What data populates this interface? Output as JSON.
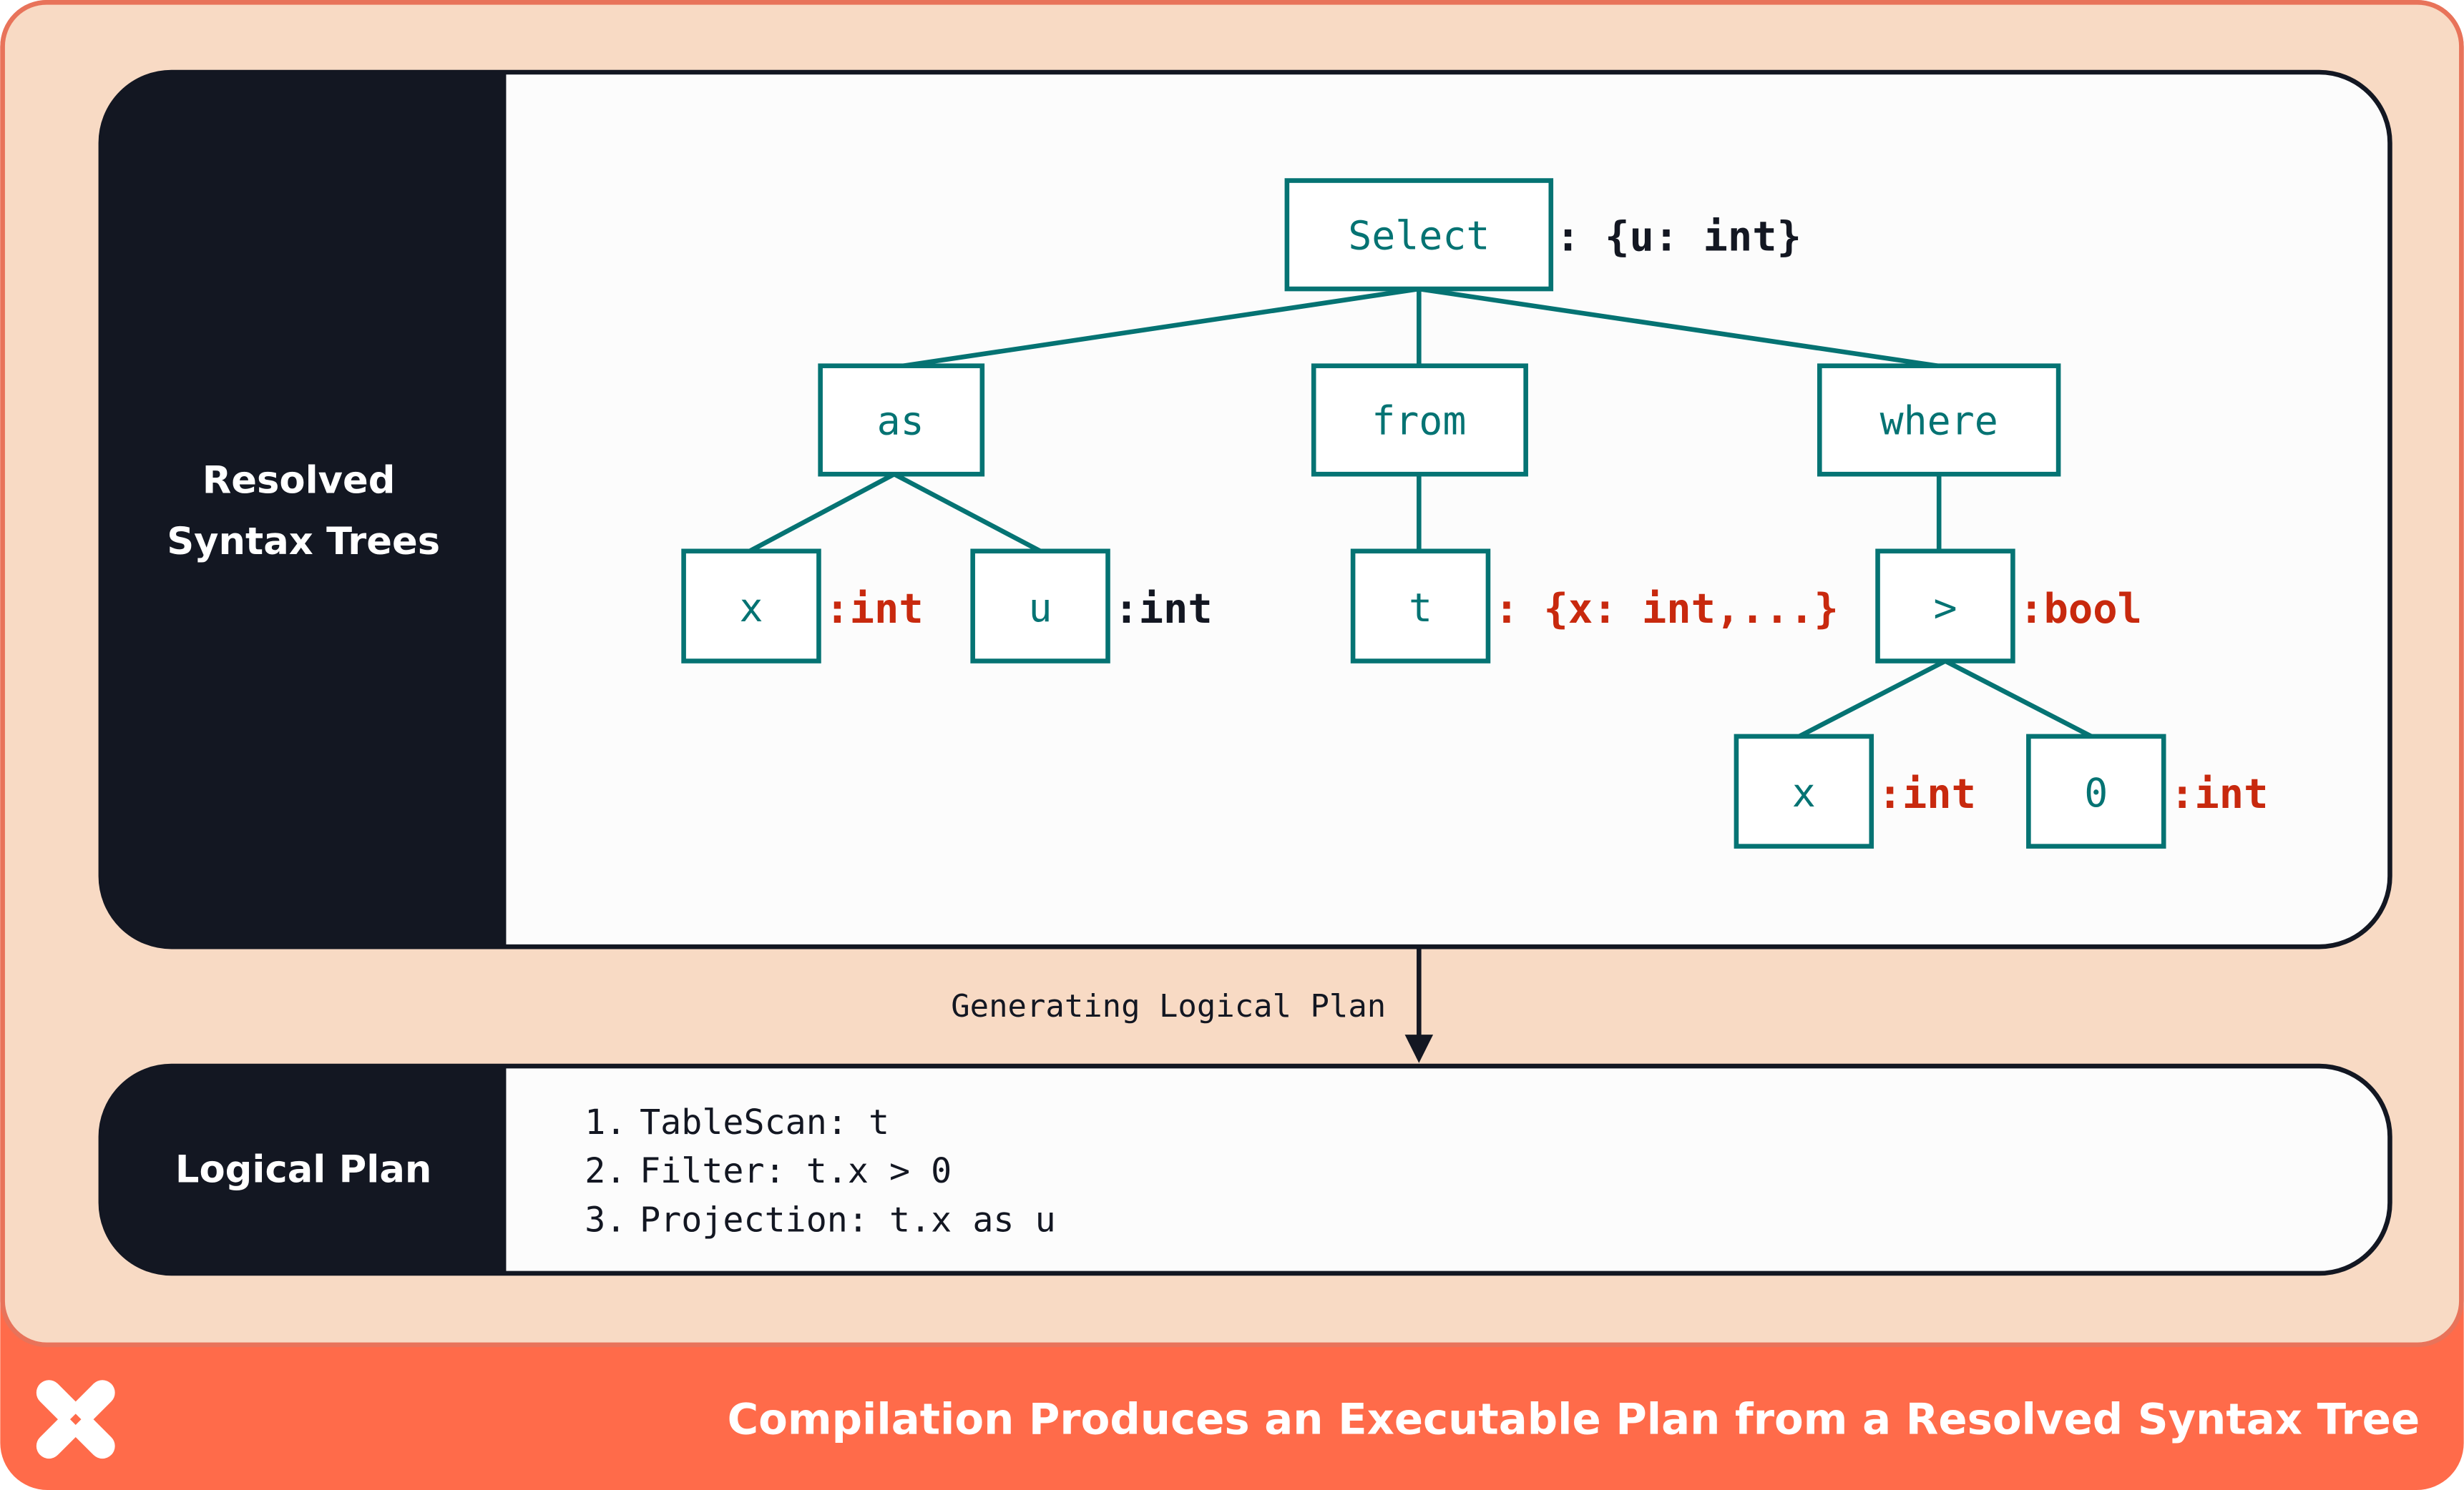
{
  "colors": {
    "background": "#F8DAC4",
    "footer": "#FF6B4A",
    "panel_dark": "#131722",
    "panel_light": "#FCFCFC",
    "node": "#057373",
    "type_error": "#C8290E",
    "type_ok": "#131722"
  },
  "syntax_trees": {
    "title_line1": "Resolved",
    "title_line2": "Syntax Trees",
    "nodes": {
      "select": "Select",
      "as": "as",
      "from": "from",
      "where": "where",
      "x1": "x",
      "u": "u",
      "t": "t",
      "gt": ">",
      "x2": "x",
      "zero": "0"
    },
    "types": {
      "select": ": {u: int}",
      "x1": ":int",
      "u": ":int",
      "t": ": {x: int,...}",
      "gt": ":bool",
      "x2": ":int",
      "zero": ":int"
    }
  },
  "arrow_label": "Generating Logical Plan",
  "logical_plan": {
    "title": "Logical Plan",
    "steps": [
      {
        "num": "1.",
        "text": "TableScan: t"
      },
      {
        "num": "2.",
        "text": "Filter: t.x > 0"
      },
      {
        "num": "3.",
        "text": "Projection: t.x as u"
      }
    ]
  },
  "footer": {
    "logo": "x-star-logo",
    "caption": "Compilation Produces an Executable Plan from a Resolved Syntax Tree"
  }
}
